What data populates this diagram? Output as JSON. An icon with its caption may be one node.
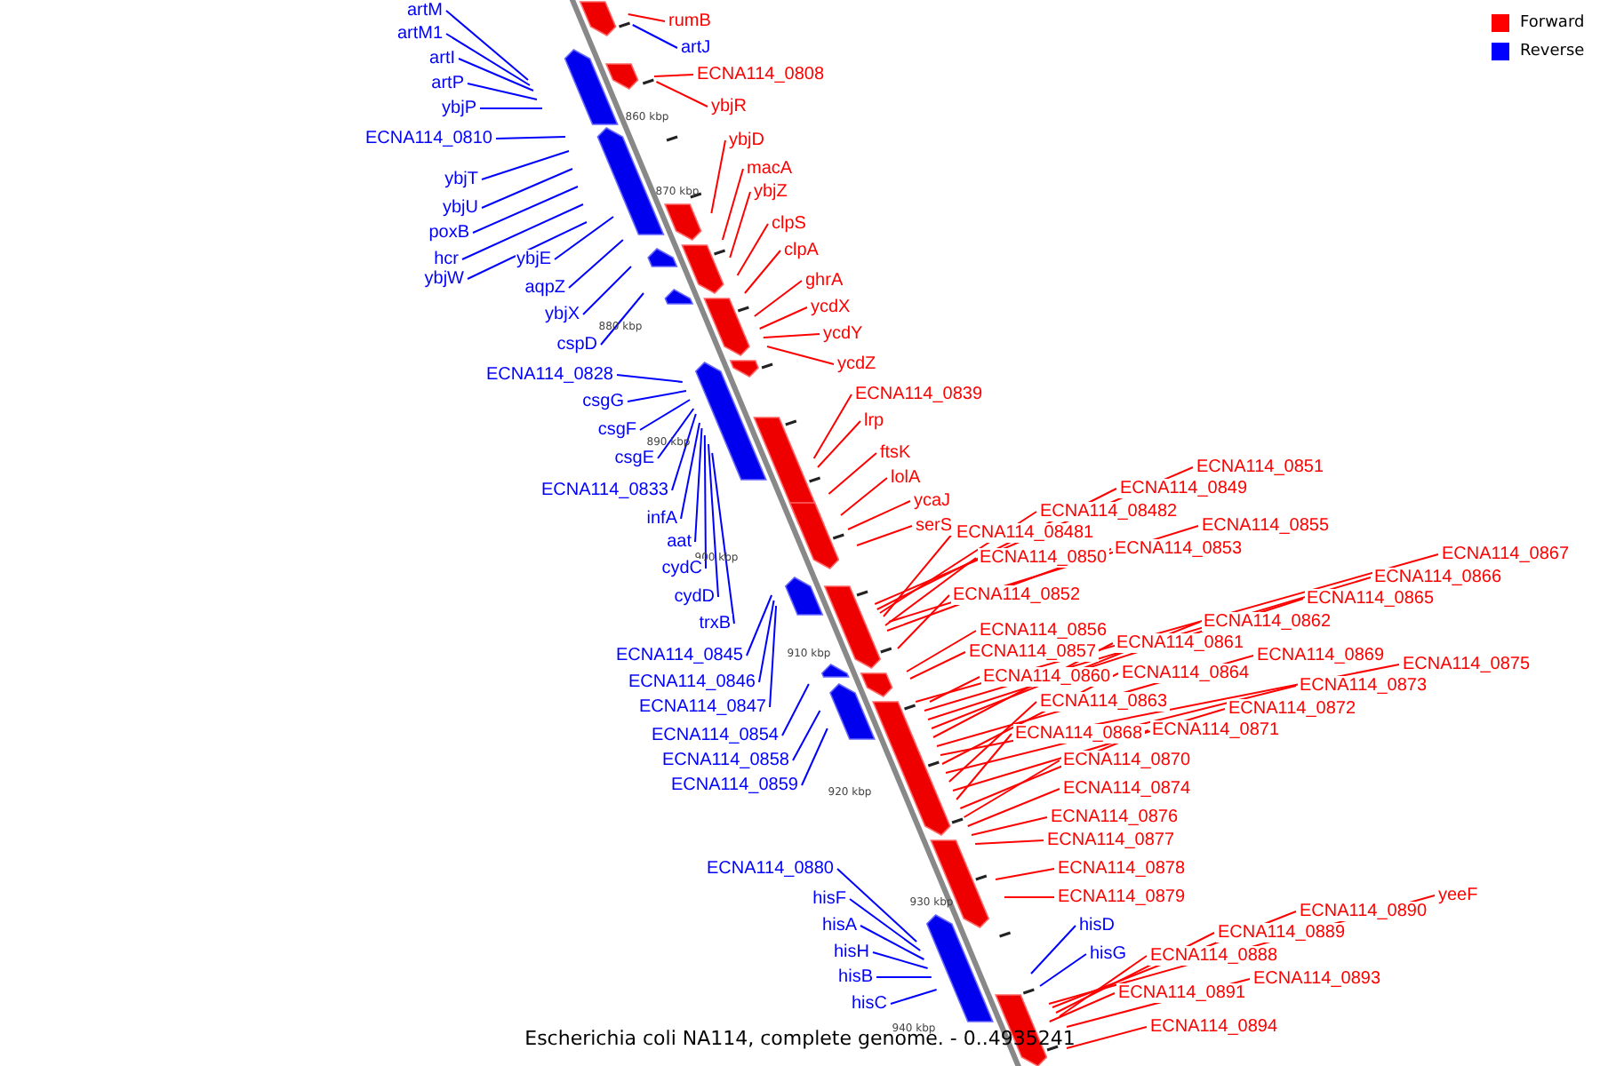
{
  "diagram": {
    "caption": "Escherichia coli NA114, complete genome. - 0..4935241",
    "nodes": [
      {
        "text": [
          "artM"
        ]
      },
      {
        "text": [
          "artM1"
        ]
      },
      {
        "text": [
          "artI"
        ]
      },
      {
        "text": [
          "artP"
        ]
      },
      {
        "text": [
          "ybjP"
        ]
      },
      {
        "text": [
          "ECNA114_0810"
        ]
      },
      {
        "text": [
          "ybjT"
        ]
      },
      {
        "text": [
          "ybjU"
        ]
      },
      {
        "text": [
          "poxB"
        ]
      },
      {
        "text": [
          "hcr"
        ]
      },
      {
        "text": [
          "ybjW"
        ]
      },
      {
        "text": [
          "ybjE"
        ]
      },
      {
        "text": [
          "aqpZ"
        ]
      },
      {
        "text": [
          "ybjX"
        ]
      },
      {
        "text": [
          "cspD"
        ]
      },
      {
        "text": [
          "ECNA114_0828"
        ]
      },
      {
        "text": [
          "csgG"
        ]
      },
      {
        "text": [
          "csgF"
        ]
      },
      {
        "text": [
          "csgE"
        ]
      },
      {
        "text": [
          "ECNA114_0833"
        ]
      },
      {
        "text": [
          "infA"
        ]
      },
      {
        "text": [
          "aat"
        ]
      },
      {
        "text": [
          "cydC"
        ]
      },
      {
        "text": [
          "cydD"
        ]
      },
      {
        "text": [
          "trxB"
        ]
      },
      {
        "text": [
          "ECNA114_0845"
        ]
      },
      {
        "text": [
          "ECNA114_0846"
        ]
      },
      {
        "text": [
          "ECNA114_0847"
        ]
      },
      {
        "text": [
          "ECNA114_0854"
        ]
      },
      {
        "text": [
          "ECNA114_0858"
        ]
      },
      {
        "text": [
          "ECNA114_0859"
        ]
      },
      {
        "text": [
          "ECNA114_0880"
        ]
      },
      {
        "text": [
          "hisF"
        ]
      },
      {
        "text": [
          "hisA"
        ]
      },
      {
        "text": [
          "hisH"
        ]
      },
      {
        "text": [
          "hisB"
        ]
      },
      {
        "text": [
          "hisC"
        ]
      },
      {
        "text": [
          "rumB"
        ]
      },
      {
        "text": [
          "artJ"
        ]
      },
      {
        "text": [
          "ECNA114_0808"
        ]
      },
      {
        "text": [
          "ybjR"
        ]
      },
      {
        "text": [
          "ybjD"
        ]
      },
      {
        "text": [
          "macA"
        ]
      },
      {
        "text": [
          "ybjZ"
        ]
      },
      {
        "text": [
          "clpS"
        ]
      },
      {
        "text": [
          "clpA"
        ]
      },
      {
        "text": [
          "ghrA"
        ]
      },
      {
        "text": [
          "ycdX"
        ]
      },
      {
        "text": [
          "ycdY"
        ]
      },
      {
        "text": [
          "ycdZ"
        ]
      },
      {
        "text": [
          "ECNA114_0839"
        ]
      },
      {
        "text": [
          "lrp"
        ]
      },
      {
        "text": [
          "ftsK"
        ]
      },
      {
        "text": [
          "lolA"
        ]
      },
      {
        "text": [
          "ycaJ"
        ]
      },
      {
        "text": [
          "serS"
        ]
      },
      {
        "text": [
          "ECNA114_0851"
        ]
      },
      {
        "text": [
          "ECNA114_0849"
        ]
      },
      {
        "text": [
          "ECNA114_08482"
        ]
      },
      {
        "text": [
          "ECNA114_08481"
        ]
      },
      {
        "text": [
          "ECNA114_0855"
        ]
      },
      {
        "text": [
          "ECNA114_0850"
        ]
      },
      {
        "text": [
          "ECNA114_0853"
        ]
      },
      {
        "text": [
          "ECNA114_0852"
        ]
      },
      {
        "text": [
          "ECNA114_0856"
        ]
      },
      {
        "text": [
          "ECNA114_0857"
        ]
      },
      {
        "text": [
          "ECNA114_0867"
        ]
      },
      {
        "text": [
          "ECNA114_0866"
        ]
      },
      {
        "text": [
          "ECNA114_0865"
        ]
      },
      {
        "text": [
          "ECNA114_0862"
        ]
      },
      {
        "text": [
          "ECNA114_0861"
        ]
      },
      {
        "text": [
          "ECNA114_0869"
        ]
      },
      {
        "text": [
          "ECNA114_0875"
        ]
      },
      {
        "text": [
          "ECNA114_0860"
        ]
      },
      {
        "text": [
          "ECNA114_0864"
        ]
      },
      {
        "text": [
          "ECNA114_0873"
        ]
      },
      {
        "text": [
          "ECNA114_0863"
        ]
      },
      {
        "text": [
          "ECNA114_0872"
        ]
      },
      {
        "text": [
          "ECNA114_0868"
        ]
      },
      {
        "text": [
          "ECNA114_0871"
        ]
      },
      {
        "text": [
          "ECNA114_0870"
        ]
      },
      {
        "text": [
          "ECNA114_0874"
        ]
      },
      {
        "text": [
          "ECNA114_0876"
        ]
      },
      {
        "text": [
          "ECNA114_0877"
        ]
      },
      {
        "text": [
          "ECNA114_0878"
        ]
      },
      {
        "text": [
          "ECNA114_0879"
        ]
      },
      {
        "text": [
          "hisD"
        ]
      },
      {
        "text": [
          "hisG"
        ]
      },
      {
        "text": [
          "yeeF"
        ]
      },
      {
        "text": [
          "ECNA114_0890"
        ]
      },
      {
        "text": [
          "ECNA114_0889"
        ]
      },
      {
        "text": [
          "ECNA114_0888"
        ]
      },
      {
        "text": [
          "ECNA114_0891"
        ]
      },
      {
        "text": [
          "ECNA114_0893"
        ]
      },
      {
        "text": [
          "ECNA114_0894"
        ]
      }
    ],
    "edges": [
      {
        "from": 0,
        "to": null,
        "arrow": "none",
        "color": "#0000ff"
      },
      {
        "from": 1,
        "to": null,
        "arrow": "none",
        "color": "#0000ff"
      },
      {
        "from": 2,
        "to": null,
        "arrow": "none",
        "color": "#0000ff"
      },
      {
        "from": 3,
        "to": null,
        "arrow": "none",
        "color": "#0000ff"
      },
      {
        "from": 4,
        "to": null,
        "arrow": "none",
        "color": "#0000ff"
      },
      {
        "from": 5,
        "to": null,
        "arrow": "none",
        "color": "#0000ff"
      },
      {
        "from": 6,
        "to": null,
        "arrow": "none",
        "color": "#0000ff"
      },
      {
        "from": 7,
        "to": null,
        "arrow": "none",
        "color": "#0000ff"
      },
      {
        "from": 8,
        "to": null,
        "arrow": "none",
        "color": "#0000ff"
      },
      {
        "from": 9,
        "to": null,
        "arrow": "none",
        "color": "#0000ff"
      },
      {
        "from": 10,
        "to": null,
        "arrow": "none",
        "color": "#0000ff"
      },
      {
        "from": 11,
        "to": null,
        "arrow": "none",
        "color": "#0000ff"
      },
      {
        "from": 12,
        "to": null,
        "arrow": "none",
        "color": "#0000ff"
      },
      {
        "from": 13,
        "to": null,
        "arrow": "none",
        "color": "#0000ff"
      },
      {
        "from": 14,
        "to": null,
        "arrow": "none",
        "color": "#0000ff"
      },
      {
        "from": 15,
        "to": null,
        "arrow": "none",
        "color": "#0000ff"
      },
      {
        "from": 16,
        "to": null,
        "arrow": "none",
        "color": "#0000ff"
      },
      {
        "from": 17,
        "to": null,
        "arrow": "none",
        "color": "#0000ff"
      },
      {
        "from": 18,
        "to": null,
        "arrow": "none",
        "color": "#0000ff"
      },
      {
        "from": 19,
        "to": null,
        "arrow": "none",
        "color": "#0000ff"
      },
      {
        "from": 20,
        "to": null,
        "arrow": "none",
        "color": "#0000ff"
      },
      {
        "from": 21,
        "to": null,
        "arrow": "none",
        "color": "#0000ff"
      },
      {
        "from": 22,
        "to": null,
        "arrow": "none",
        "color": "#0000ff"
      },
      {
        "from": 23,
        "to": null,
        "arrow": "none",
        "color": "#0000ff"
      },
      {
        "from": 24,
        "to": null,
        "arrow": "none",
        "color": "#0000ff"
      },
      {
        "from": 25,
        "to": null,
        "arrow": "none",
        "color": "#0000ff"
      },
      {
        "from": 26,
        "to": null,
        "arrow": "none",
        "color": "#0000ff"
      },
      {
        "from": 27,
        "to": null,
        "arrow": "none",
        "color": "#0000ff"
      },
      {
        "from": 28,
        "to": null,
        "arrow": "none",
        "color": "#0000ff"
      },
      {
        "from": 29,
        "to": null,
        "arrow": "none",
        "color": "#0000ff"
      },
      {
        "from": 30,
        "to": null,
        "arrow": "none",
        "color": "#0000ff"
      },
      {
        "from": 31,
        "to": null,
        "arrow": "none",
        "color": "#0000ff"
      },
      {
        "from": 32,
        "to": null,
        "arrow": "none",
        "color": "#0000ff"
      },
      {
        "from": 33,
        "to": null,
        "arrow": "none",
        "color": "#0000ff"
      },
      {
        "from": 34,
        "to": null,
        "arrow": "none",
        "color": "#0000ff"
      },
      {
        "from": 35,
        "to": null,
        "arrow": "none",
        "color": "#0000ff"
      },
      {
        "from": 36,
        "to": null,
        "arrow": "none",
        "color": "#0000ff"
      },
      {
        "from": 37,
        "to": null,
        "arrow": "none"
      },
      {
        "from": 38,
        "to": null,
        "arrow": "none",
        "color": "#0000ff"
      },
      {
        "from": 39,
        "to": null,
        "arrow": "none"
      },
      {
        "from": 40,
        "to": null,
        "arrow": "none"
      },
      {
        "from": 41,
        "to": null,
        "arrow": "none"
      },
      {
        "from": 42,
        "to": null,
        "arrow": "none"
      },
      {
        "from": 43,
        "to": null,
        "arrow": "none"
      },
      {
        "from": 44,
        "to": null,
        "arrow": "none"
      },
      {
        "from": 45,
        "to": null,
        "arrow": "none"
      },
      {
        "from": 46,
        "to": null,
        "arrow": "none"
      },
      {
        "from": 47,
        "to": null,
        "arrow": "none"
      },
      {
        "from": 48,
        "to": null,
        "arrow": "none"
      },
      {
        "from": 49,
        "to": null,
        "arrow": "none"
      },
      {
        "from": 50,
        "to": null,
        "arrow": "none"
      },
      {
        "from": 51,
        "to": null,
        "arrow": "none"
      },
      {
        "from": 52,
        "to": null,
        "arrow": "none"
      },
      {
        "from": 53,
        "to": null,
        "arrow": "none"
      },
      {
        "from": 54,
        "to": null,
        "arrow": "none"
      },
      {
        "from": 55,
        "to": null,
        "arrow": "none"
      },
      {
        "from": 56,
        "to": null,
        "arrow": "none"
      },
      {
        "from": 57,
        "to": null,
        "arrow": "none"
      },
      {
        "from": 58,
        "to": null,
        "arrow": "none"
      },
      {
        "from": 59,
        "to": null,
        "arrow": "none"
      },
      {
        "from": 60,
        "to": null,
        "arrow": "none"
      },
      {
        "from": 61,
        "to": null,
        "arrow": "none"
      },
      {
        "from": 62,
        "to": null,
        "arrow": "none"
      },
      {
        "from": 63,
        "to": null,
        "arrow": "none"
      },
      {
        "from": 64,
        "to": null,
        "arrow": "none"
      },
      {
        "from": 65,
        "to": null,
        "arrow": "none"
      },
      {
        "from": 66,
        "to": null,
        "arrow": "none"
      },
      {
        "from": 67,
        "to": null,
        "arrow": "none"
      },
      {
        "from": 68,
        "to": null,
        "arrow": "none"
      },
      {
        "from": 69,
        "to": null,
        "arrow": "none"
      },
      {
        "from": 70,
        "to": null,
        "arrow": "none"
      },
      {
        "from": 71,
        "to": null,
        "arrow": "none"
      },
      {
        "from": 72,
        "to": null,
        "arrow": "none"
      },
      {
        "from": 73,
        "to": null,
        "arrow": "none"
      },
      {
        "from": 74,
        "to": null,
        "arrow": "none"
      },
      {
        "from": 75,
        "to": null,
        "arrow": "none"
      },
      {
        "from": 76,
        "to": null,
        "arrow": "none"
      },
      {
        "from": 77,
        "to": null,
        "arrow": "none"
      },
      {
        "from": 78,
        "to": null,
        "arrow": "none"
      },
      {
        "from": 79,
        "to": null,
        "arrow": "none"
      },
      {
        "from": 80,
        "to": null,
        "arrow": "none"
      },
      {
        "from": 81,
        "to": null,
        "arrow": "none"
      },
      {
        "from": 82,
        "to": null,
        "arrow": "none"
      },
      {
        "from": 83,
        "to": null,
        "arrow": "none"
      },
      {
        "from": 84,
        "to": null,
        "arrow": "none"
      },
      {
        "from": 85,
        "to": null,
        "arrow": "none"
      },
      {
        "from": 86,
        "to": null,
        "arrow": "none",
        "color": "#0000ff"
      },
      {
        "from": 87,
        "to": null,
        "arrow": "none",
        "color": "#0000ff"
      },
      {
        "from": 88,
        "to": null,
        "arrow": "none"
      },
      {
        "from": 89,
        "to": null,
        "arrow": "none"
      },
      {
        "from": 90,
        "to": null,
        "arrow": "none"
      },
      {
        "from": 91,
        "to": null,
        "arrow": "none"
      },
      {
        "from": 92,
        "to": null,
        "arrow": "none"
      },
      {
        "from": 93,
        "to": null,
        "arrow": "none"
      },
      {
        "from": 94,
        "to": null,
        "arrow": "none"
      }
    ],
    "labels": [
      "860 kbp",
      "870 kbp",
      "880 kbp",
      "890 kbp",
      "900 kbp",
      "910 kbp",
      "920 kbp",
      "930 kbp",
      "940 kbp"
    ],
    "legend": [
      {
        "text": "Forward",
        "color": "#ff0000"
      },
      {
        "text": "Reverse",
        "color": "#0000ff"
      }
    ]
  }
}
